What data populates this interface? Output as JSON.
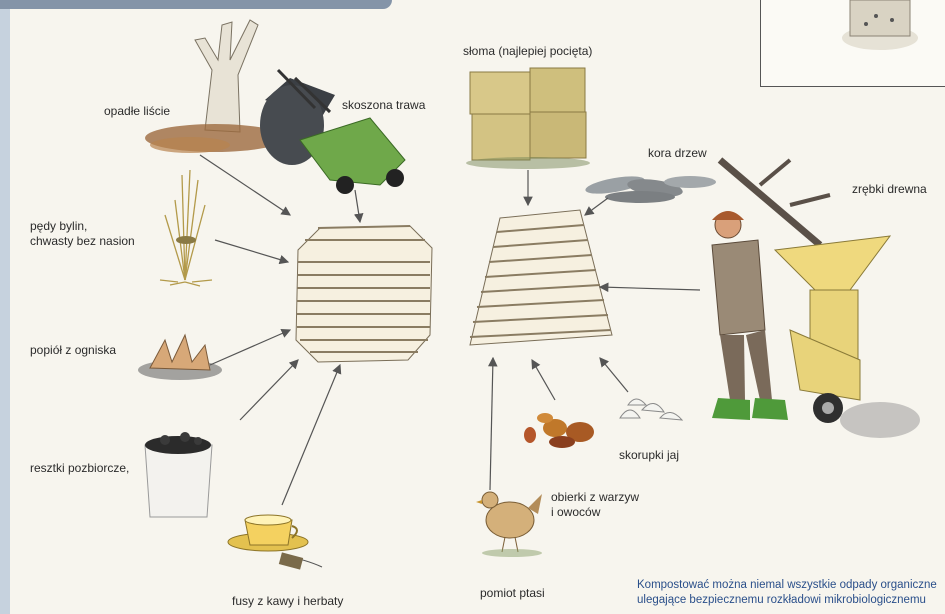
{
  "labels": {
    "leaves": "opadłe liście",
    "grass": "skoszona trawa",
    "straw": "słoma (najlepiej pocięta)",
    "bark": "kora drzew",
    "chips": "zrębki drewna",
    "perennials_1": "pędy bylin,",
    "perennials_2": "chwasty bez nasion",
    "ash": "popiół z ogniska",
    "scraps": "resztki pozbiorcze,",
    "coffee": "fusy z kawy i herbaty",
    "manure": "pomiot ptasi",
    "peels_1": "obierki z warzyw",
    "peels_2": "i owoców",
    "eggshells": "skorupki jaj"
  },
  "caption": {
    "line1": "Kompostować można niemal wszystkie odpady organiczne",
    "line2": "ulegające bezpiecznemu rozkładowi mikrobiologicznemu"
  },
  "colors": {
    "arrow": "#555555",
    "caption": "#2a4f8a",
    "mower": "#6fa84a",
    "shredder": "#e8d37a",
    "straw": "#d8c889"
  }
}
